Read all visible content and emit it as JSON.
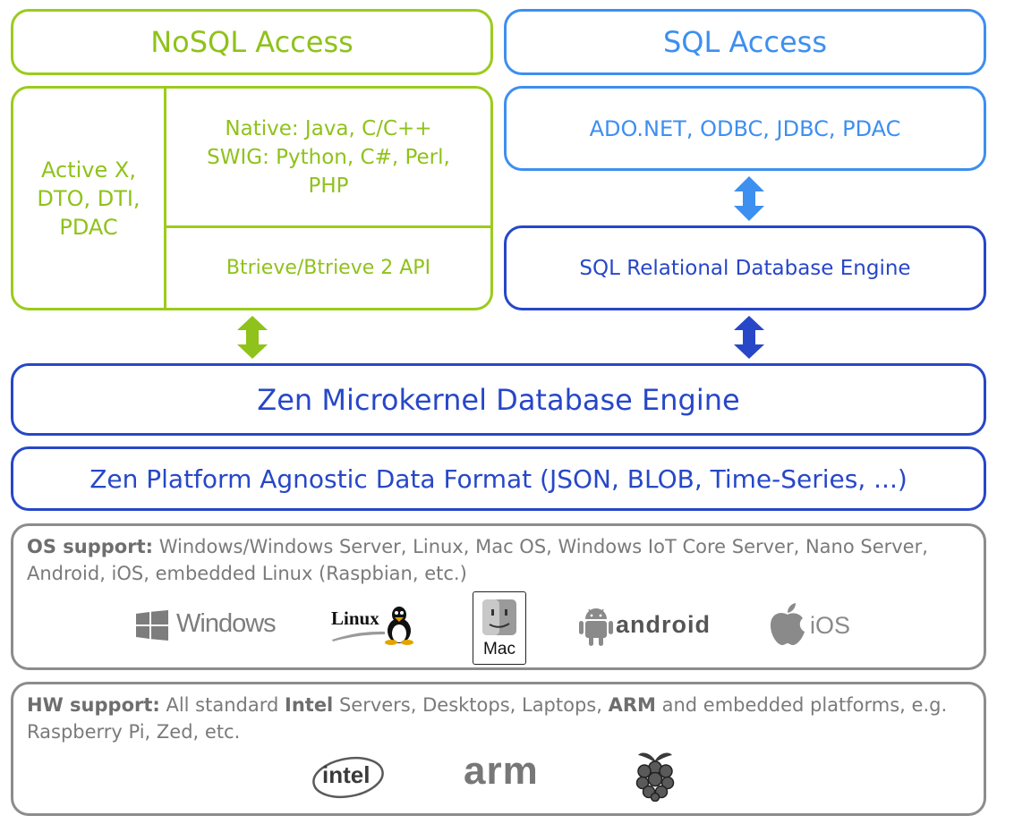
{
  "nosql": {
    "header": "NoSQL Access",
    "left_cell": [
      "Active X,",
      "DTO, DTI,",
      "PDAC"
    ],
    "native_cell": [
      "Native:  Java, C/C++",
      "SWIG:  Python, C#, Perl,",
      "PHP"
    ],
    "btrieve_cell": "Btrieve/Btrieve 2 API"
  },
  "sql": {
    "header": "SQL Access",
    "drivers": "ADO.NET, ODBC, JDBC, PDAC",
    "engine": "SQL Relational Database Engine"
  },
  "zen": {
    "engine": "Zen Microkernel Database Engine",
    "format": "Zen Platform Agnostic Data Format (JSON, BLOB, Time-Series, ...)"
  },
  "os_support": {
    "label": "OS support:",
    "text": " Windows/Windows Server, Linux, Mac OS, Windows IoT Core Server, Nano Server, Android, iOS, embedded Linux (Raspbian, etc.)",
    "logos": {
      "windows": "Windows",
      "linux": "Linux",
      "mac": "Mac",
      "android": "android",
      "ios": "iOS"
    }
  },
  "hw_support": {
    "label_1": "HW support:",
    "text_1": " All standard ",
    "bold_intel": "Intel",
    "text_2": " Servers, Desktops, Laptops, ",
    "bold_arm": "ARM",
    "text_3": " and embedded platforms, e.g. Raspberry Pi, Zed, etc.",
    "logos": {
      "intel": "intel",
      "arm": "arm"
    }
  },
  "colors": {
    "nosql_green": "#9bcb1c",
    "sql_light_blue": "#3d8ff0",
    "engine_dark_blue": "#2747c8",
    "support_gray": "#8c8c8c"
  }
}
